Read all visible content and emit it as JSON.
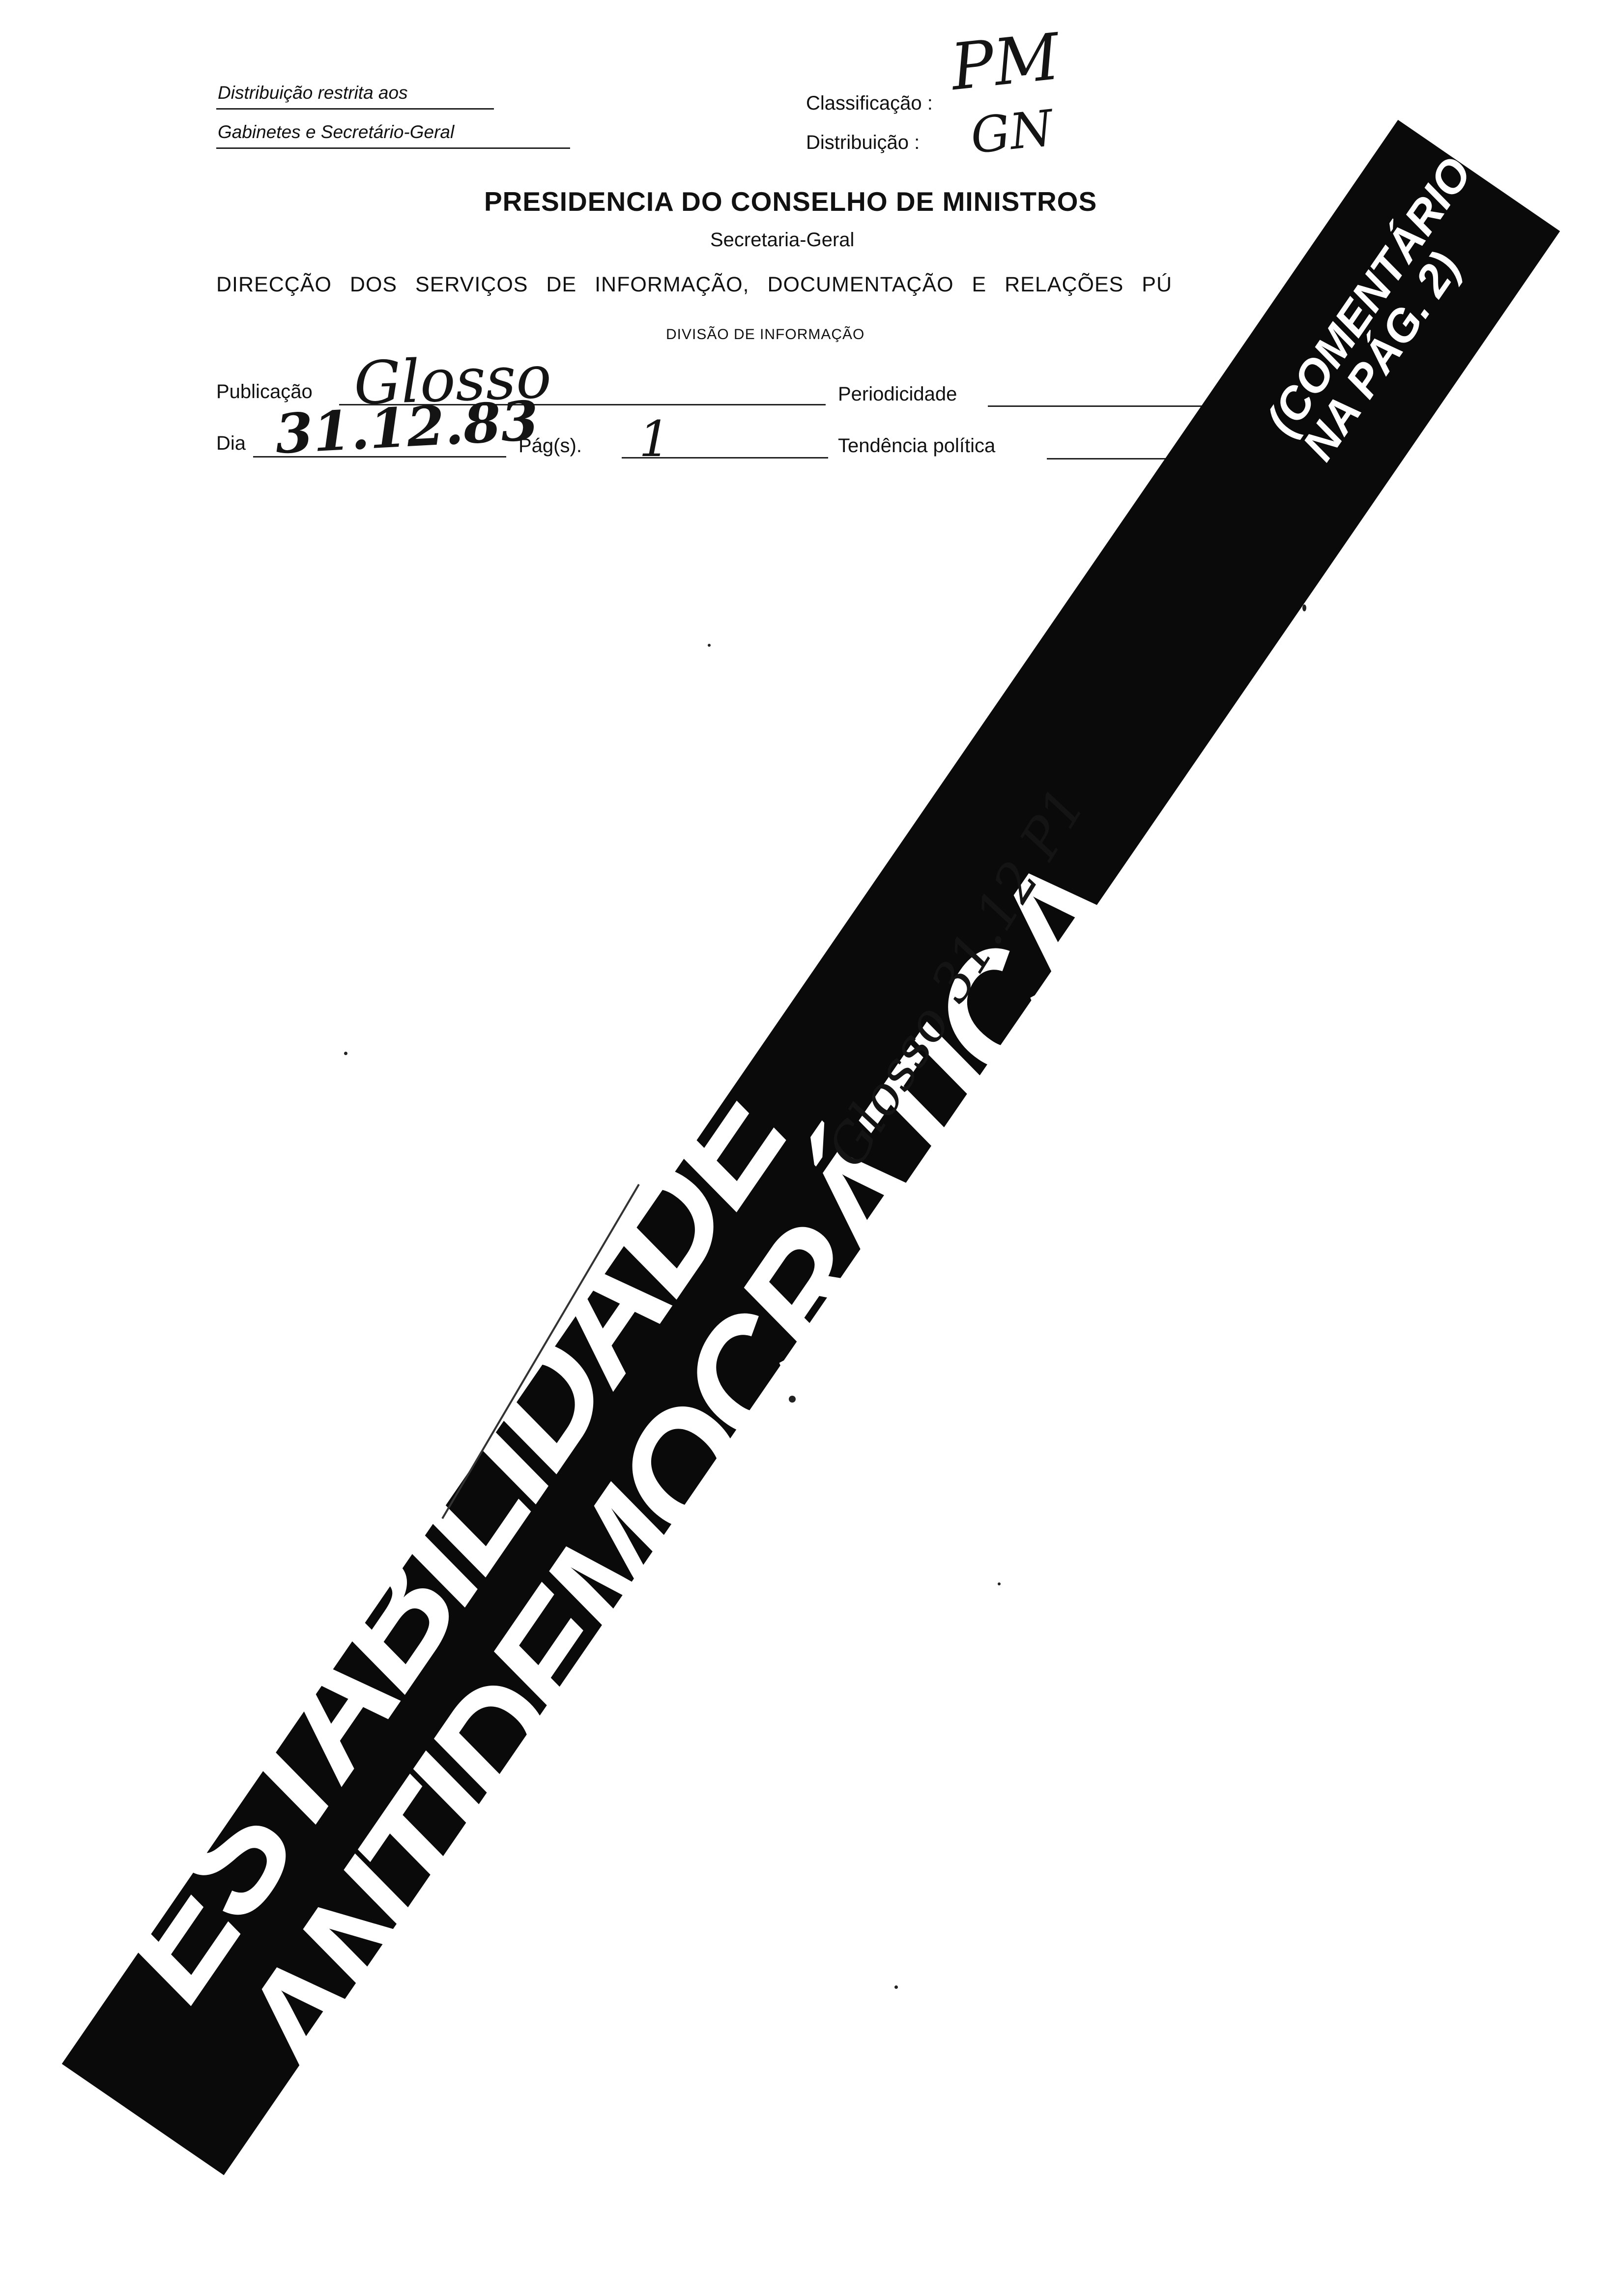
{
  "header": {
    "restriction_line1": "Distribuição restrita aos",
    "restriction_line2": "Gabinetes e Secretário-Geral",
    "classificacao_label": "Classificação :",
    "classificacao_value": "PM",
    "distribuicao_label": "Distribuição :",
    "distribuicao_value": "GN"
  },
  "institution": {
    "title": "PRESIDENCIA DO CONSELHO DE MINISTROS",
    "subtitle": "Secretaria-Geral",
    "direction": "DIRECÇÃO DOS SERVIÇOS DE INFORMAÇÃO, DOCUMENTAÇÃO E RELAÇÕES PÚ",
    "division": "DIVISÃO DE INFORMAÇÃO"
  },
  "form": {
    "publicacao_label": "Publicação",
    "publicacao_value": "Glosso",
    "periodicidade_label": "Periodicidade",
    "dia_label": "Dia",
    "dia_value": "31.12.83",
    "pags_label": "Pág(s).",
    "pags_value": "1",
    "tendencia_label": "Tendência política"
  },
  "clipping": {
    "headline": "ESTABILIDADE ANTIDEMOCRÁTICA",
    "side_note_line1": "(COMENTÁRIO",
    "side_note_line2": "NA PÁG. 2)"
  },
  "annotation": {
    "handwritten_note": "Glosso 31.12 P1"
  }
}
